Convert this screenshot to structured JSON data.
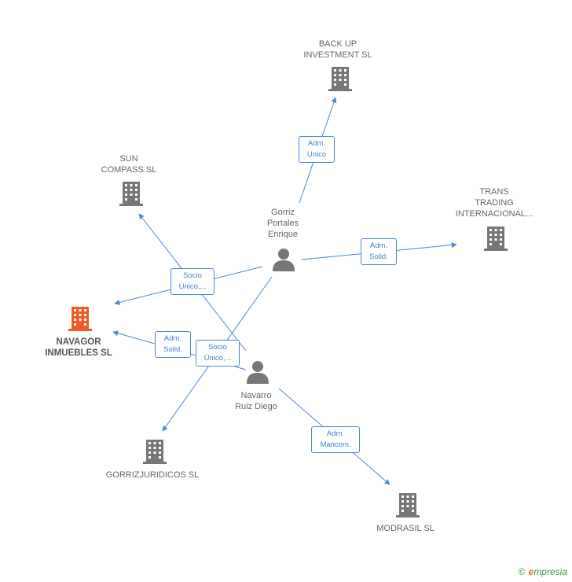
{
  "colors": {
    "edge": "#4a86d8",
    "building": "#777777",
    "building_focus": "#f05a28",
    "person": "#777777"
  },
  "nodes": {
    "back_up": {
      "label": "BACK UP\nINVESTMENT SL",
      "type": "company",
      "icon": "building-icon"
    },
    "sun_compass": {
      "label": "SUN\nCOMPASS SL",
      "type": "company",
      "icon": "building-icon"
    },
    "trans_trading": {
      "label": "TRANS\nTRADING\nINTERNACIONAL...",
      "type": "company",
      "icon": "building-icon"
    },
    "gorriz_portales": {
      "label": "Gorriz\nPortales\nEnrique",
      "type": "person",
      "icon": "person-icon"
    },
    "navagor": {
      "label": "NAVAGOR\nINMUEBLES SL",
      "type": "company",
      "icon": "building-icon",
      "focus": true
    },
    "navarro_ruiz": {
      "label": "Navarro\nRuiz Diego",
      "type": "person",
      "icon": "person-icon"
    },
    "gorrizjuridicos": {
      "label": "GORRIZJURIDICOS SL",
      "type": "company",
      "icon": "building-icon"
    },
    "modrasil": {
      "label": "MODRASIL SL",
      "type": "company",
      "icon": "building-icon"
    }
  },
  "edge_labels": {
    "adm_unico": "Adm.\nUnico",
    "adm_solid_trans": "Adm.\nSolid.",
    "socio_unico_1": "Socio\nÚnico,...",
    "adm_solid_navagor": "Adm.\nSolid.",
    "socio_unico_2": "Socio\nÚnico,...",
    "adm_mancom": "Adm.\nMancom."
  },
  "footer": {
    "copyright": "©",
    "brand_e": "e",
    "brand_rest": "mpresia"
  }
}
